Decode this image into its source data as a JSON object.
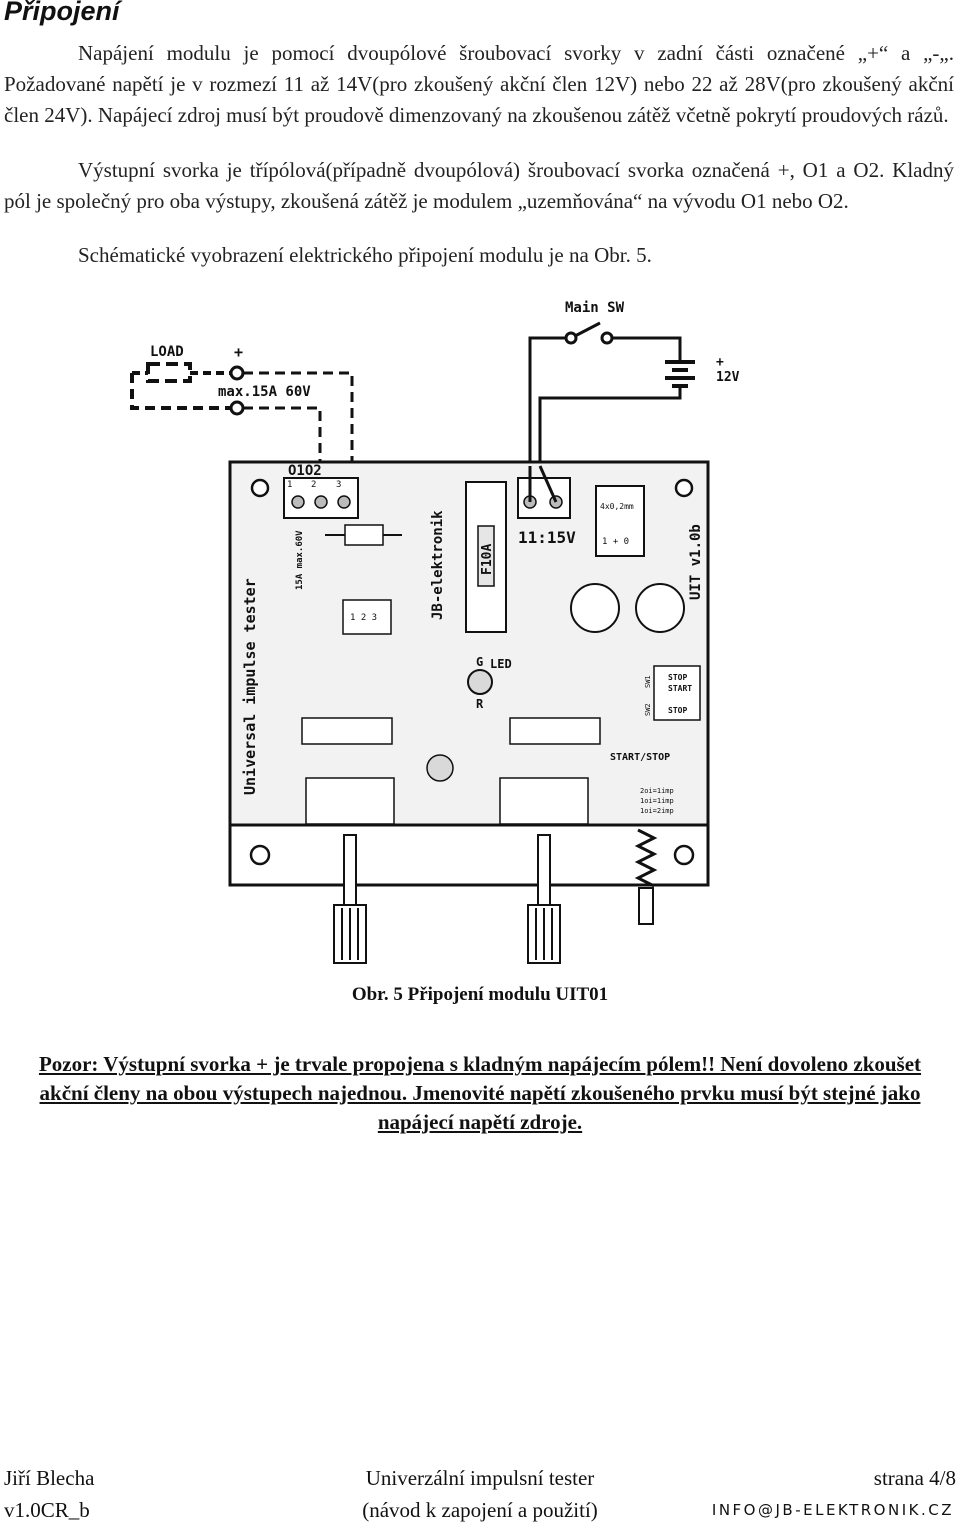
{
  "heading": "Připojení",
  "paragraphs": {
    "p1": "Napájení modulu je pomocí dvoupólové šroubovací svorky v zadní části označené „+“ a „-„. Požadované napětí je v rozmezí 11 až 14V(pro zkoušený akční člen 12V) nebo 22 až 28V(pro zkoušený akční člen 24V). Napájecí zdroj musí být proudově dimenzovaný na zkoušenou zátěž včetně pokrytí proudových rázů.",
    "p2": "Výstupní svorka je třípólová(případně dvoupólová) šroubovací svorka označená +, O1 a O2. Kladný pól je společný pro oba výstupy, zkoušená zátěž je modulem „uzemňována“ na vývodu O1 nebo O2.",
    "p3": "Schématické vyobrazení elektrického připojení modulu je na Obr.  5."
  },
  "diagram": {
    "load_label": "LOAD",
    "load_plus": "+",
    "load_max": "max.15A 60V",
    "main_sw": "Main SW",
    "battery_plus": "+",
    "battery_voltage": "12V",
    "out_label": "O1O2",
    "pin_1": "1",
    "pin_2": "2",
    "pin_3": "3",
    "out_rating": "15A max.60V",
    "brand": "JB-elektronik",
    "fuse": "F10A",
    "voltage_range": "11:15V",
    "hole_size": "4x0,2mm",
    "reg_pins": "1 + 0",
    "version": "UIT v1.0b",
    "product_vertical": "Universal impulse tester",
    "led": "LED",
    "led_g": "G",
    "led_r": "R",
    "stop": "STOP",
    "start": "START",
    "start_stop": "START/STOP",
    "sw1": "SW1",
    "sw2": "SW2",
    "mode_1": "2oi=1imp",
    "mode_2": "1oi=1imp",
    "mode_3": "1oi=2imp",
    "header_123": "1 2 3"
  },
  "caption": "Obr.  5 Připojení modulu UIT01",
  "warning": "Pozor: Výstupní svorka + je trvale propojena s kladným napájecím pólem!! Není dovoleno zkoušet akční členy na obou výstupech najednou. Jmenovité napětí zkoušeného prvku musí být stejné jako napájecí napětí zdroje.",
  "footer": {
    "author": "Jiří Blecha",
    "version": "v1.0CR_b",
    "title": "Univerzální impulsní tester",
    "subtitle": "(návod k zapojení a použití)",
    "page": "strana 4/8",
    "email": "INFO@JB-ELEKTRONIK.CZ"
  }
}
